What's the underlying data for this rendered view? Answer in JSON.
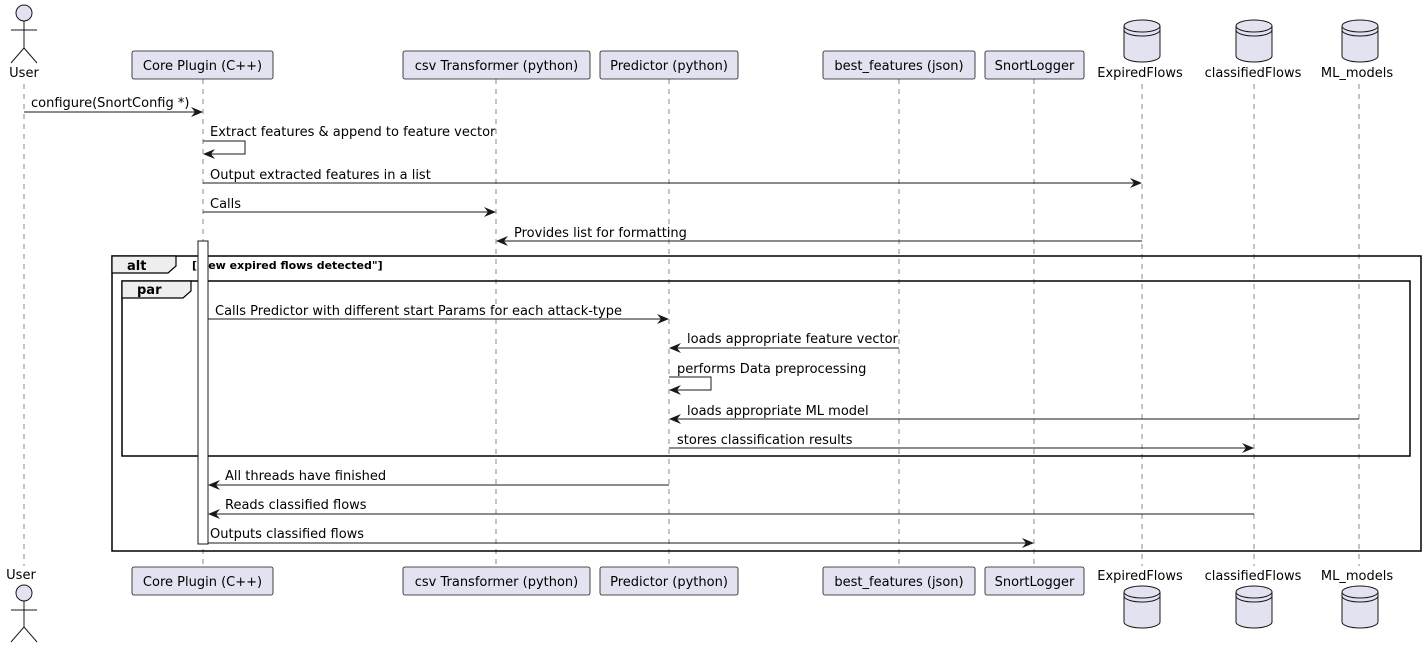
{
  "participants": {
    "user": "User",
    "core": "Core Plugin (C++)",
    "csv": "csv Transformer (python)",
    "predictor": "Predictor (python)",
    "best": "best_features (json)",
    "snort": "SnortLogger",
    "expired": "ExpiredFlows",
    "classified": "classifiedFlows",
    "models": "ML_models"
  },
  "fragments": {
    "alt": {
      "keyword": "alt",
      "guard": "['new expired flows detected\"]"
    },
    "par": {
      "keyword": "par"
    }
  },
  "messages": [
    {
      "id": "m1",
      "label": "configure(SnortConfig *)"
    },
    {
      "id": "m2",
      "label": "Extract features & append to feature vector"
    },
    {
      "id": "m3",
      "label": "Output extracted features in a list"
    },
    {
      "id": "m4",
      "label": "Calls"
    },
    {
      "id": "m5",
      "label": "Provides list for formatting"
    },
    {
      "id": "m6",
      "label": "Calls Predictor with different start Params for each attack-type"
    },
    {
      "id": "m7",
      "label": "loads appropriate feature vector"
    },
    {
      "id": "m8",
      "label": "performs Data preprocessing"
    },
    {
      "id": "m9",
      "label": "loads appropriate ML model"
    },
    {
      "id": "m10",
      "label": "stores classification results"
    },
    {
      "id": "m11",
      "label": "All threads have finished"
    },
    {
      "id": "m12",
      "label": "Reads classified flows"
    },
    {
      "id": "m13",
      "label": "Outputs classified flows"
    }
  ]
}
